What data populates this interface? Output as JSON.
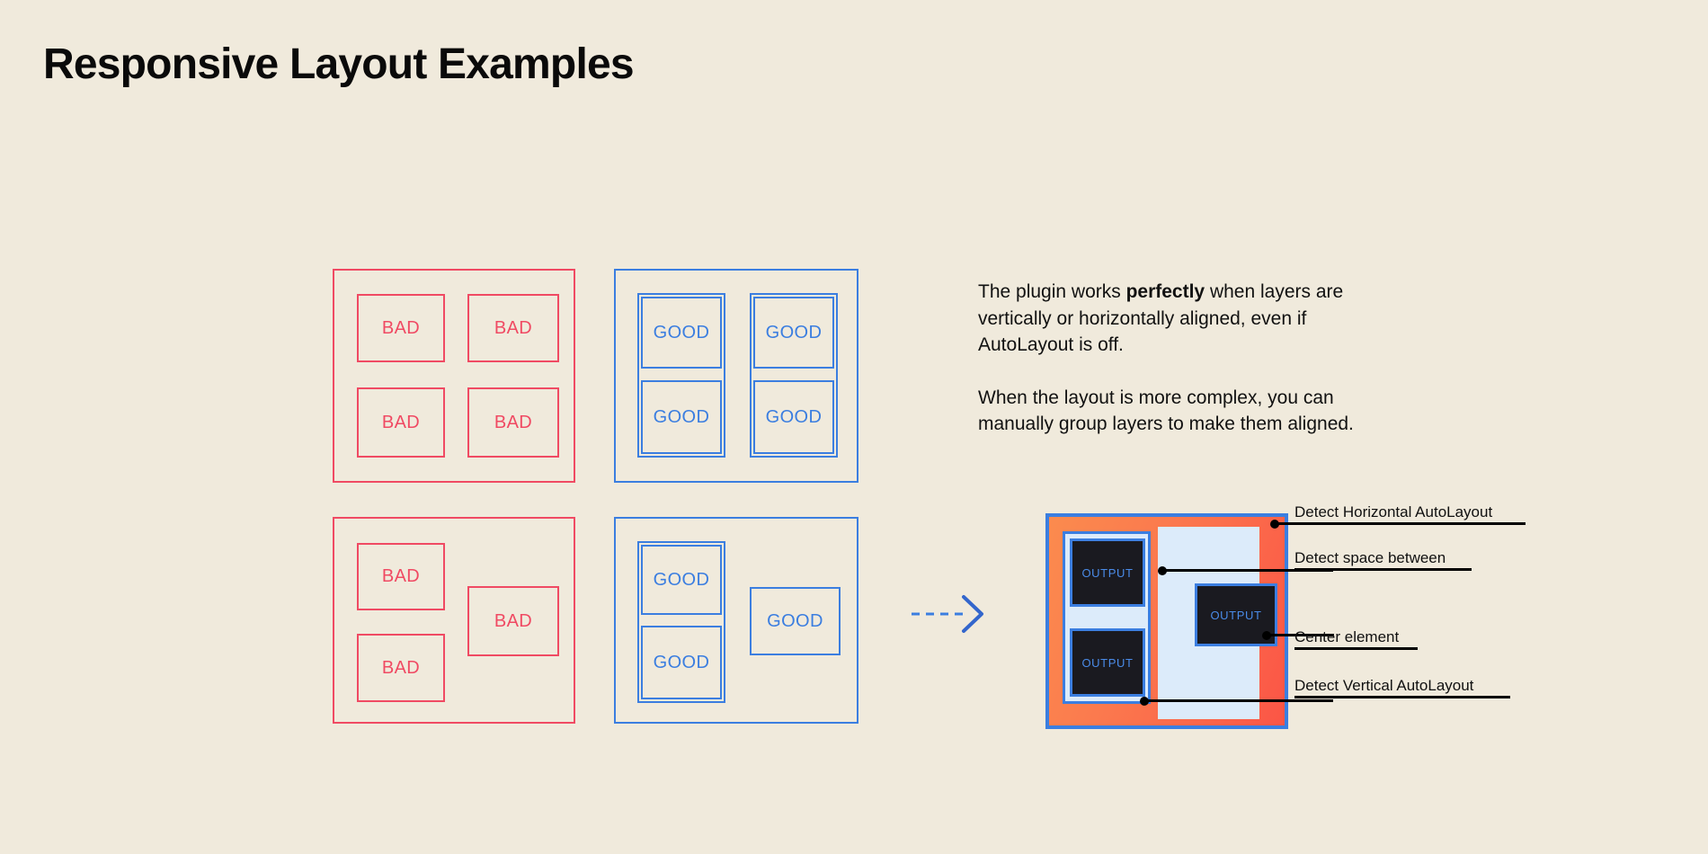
{
  "page": {
    "title": "Responsive Layout Examples",
    "background_color": "#F0EADC",
    "bad_color": "#F04A63",
    "good_color": "#3B7EE0",
    "text_color": "#111111"
  },
  "examples": {
    "bad_grid": {
      "kind": "bad",
      "cells": [
        "BAD",
        "BAD",
        "BAD",
        "BAD"
      ]
    },
    "good_grid": {
      "kind": "good",
      "groups": [
        {
          "cells": [
            "GOOD",
            "GOOD"
          ]
        },
        {
          "cells": [
            "GOOD",
            "GOOD"
          ]
        }
      ]
    },
    "bad_complex": {
      "kind": "bad",
      "cells": [
        "BAD",
        "BAD",
        "BAD"
      ]
    },
    "good_complex": {
      "kind": "good",
      "groups": [
        {
          "cells": [
            "GOOD",
            "GOOD"
          ]
        }
      ],
      "loose_cells": [
        "GOOD"
      ]
    }
  },
  "copy": {
    "paragraph1_part1": "The plugin works ",
    "paragraph1_bold": "perfectly",
    "paragraph1_part2": " when layers are vertically or horizontally aligned, even if AutoLayout is off.",
    "paragraph2": "When the layout is more complex, you can manually group layers to make them aligned."
  },
  "arrow": {
    "icon": "dashed-arrow-right-icon",
    "color": "#3B7EE0"
  },
  "demo": {
    "outer_border_color": "#3B7EE0",
    "fill_gradient_from": "#FB8B4E",
    "fill_gradient_to": "#FB5546",
    "panel_fill": "#DCEBFA",
    "box_fill": "#1A1A20",
    "box_label": "OUTPUT",
    "boxes": [
      {
        "name": "output-top",
        "label": "OUTPUT"
      },
      {
        "name": "output-bottom",
        "label": "OUTPUT"
      },
      {
        "name": "output-center",
        "label": "OUTPUT"
      }
    ]
  },
  "callouts": [
    {
      "label": "Detect Horizontal AutoLayout"
    },
    {
      "label": "Detect space between"
    },
    {
      "label": "Center element"
    },
    {
      "label": "Detect Vertical AutoLayout"
    }
  ]
}
